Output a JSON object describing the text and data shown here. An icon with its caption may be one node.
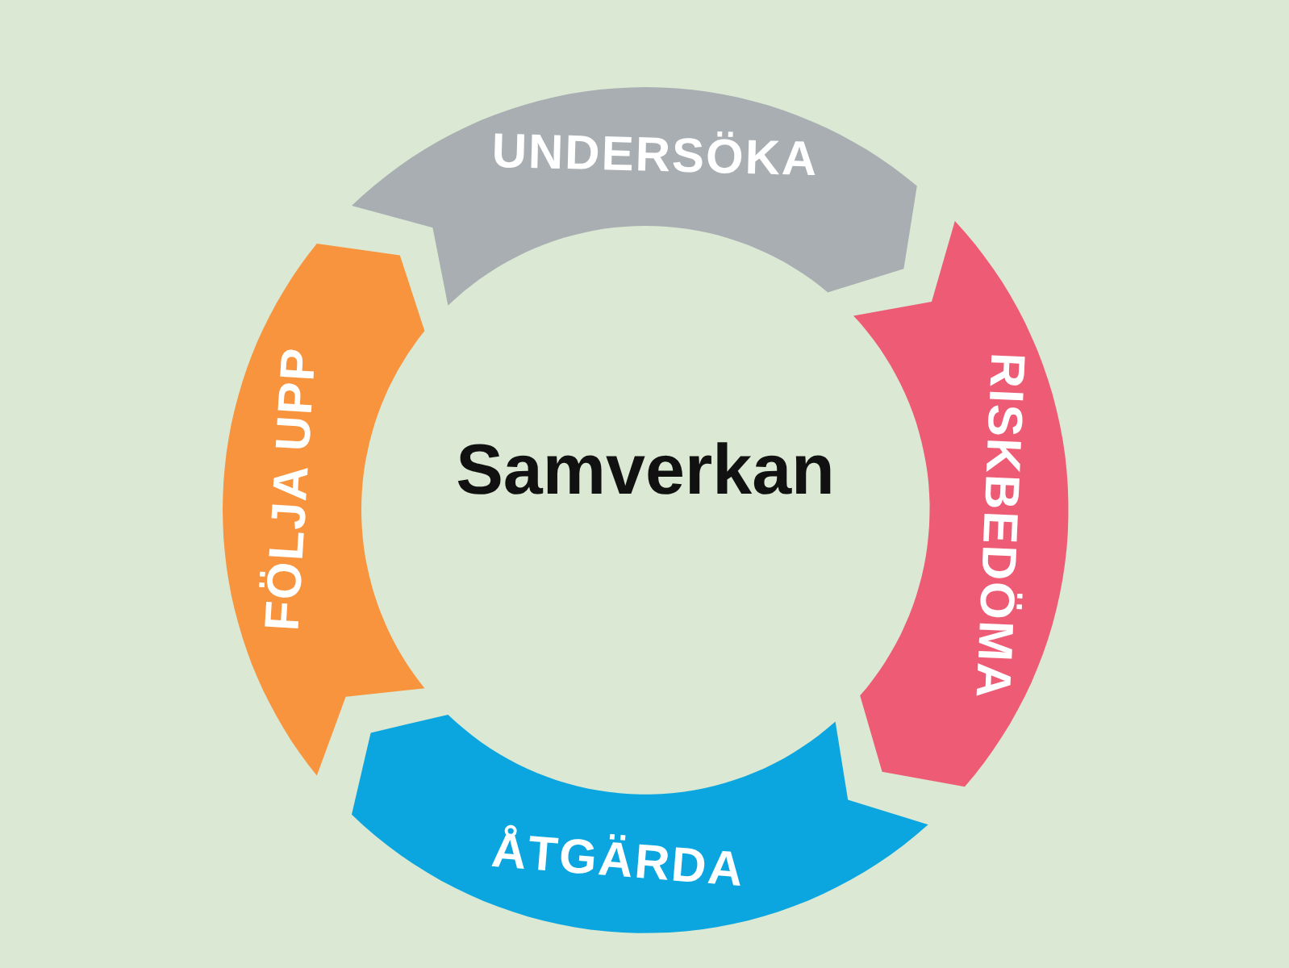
{
  "diagram": {
    "nodes": [
      {
        "text": [
          "UNDERSÖKA"
        ]
      },
      {
        "text": [
          "RISKBEDÖMA"
        ]
      },
      {
        "text": [
          "ÅTGÄRDA"
        ]
      },
      {
        "text": [
          "FÖLJA UPP"
        ]
      }
    ],
    "labels": [
      "Samverkan"
    ]
  }
}
